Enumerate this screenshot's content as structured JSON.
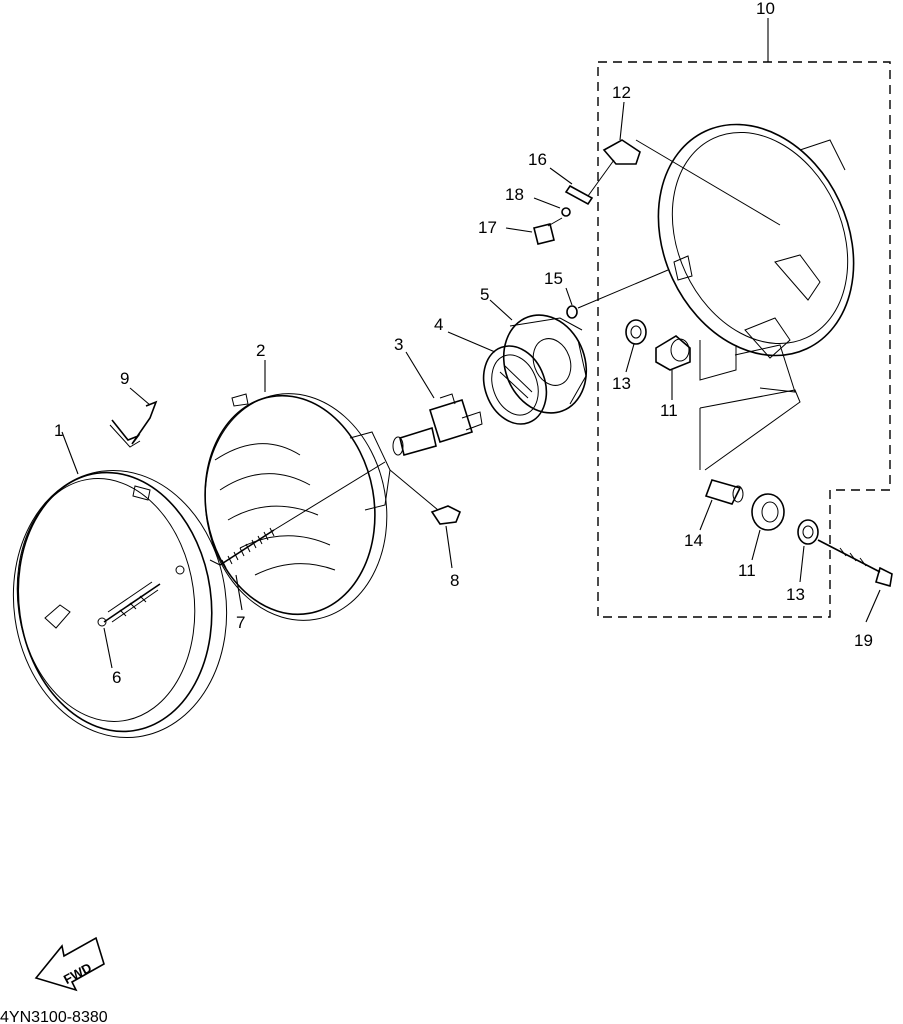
{
  "callouts": {
    "p1": "1",
    "p2": "2",
    "p3": "3",
    "p4": "4",
    "p5": "5",
    "p6": "6",
    "p7": "7",
    "p8": "8",
    "p9": "9",
    "p10": "10",
    "p11a": "11",
    "p11b": "11",
    "p12": "12",
    "p13a": "13",
    "p13b": "13",
    "p14": "14",
    "p15": "15",
    "p16": "16",
    "p17": "17",
    "p18": "18",
    "p19": "19"
  },
  "direction_arrow": {
    "label": "FWD",
    "icon": "fwd-arrow-icon"
  },
  "diagram_code": "4YN3100-8380"
}
